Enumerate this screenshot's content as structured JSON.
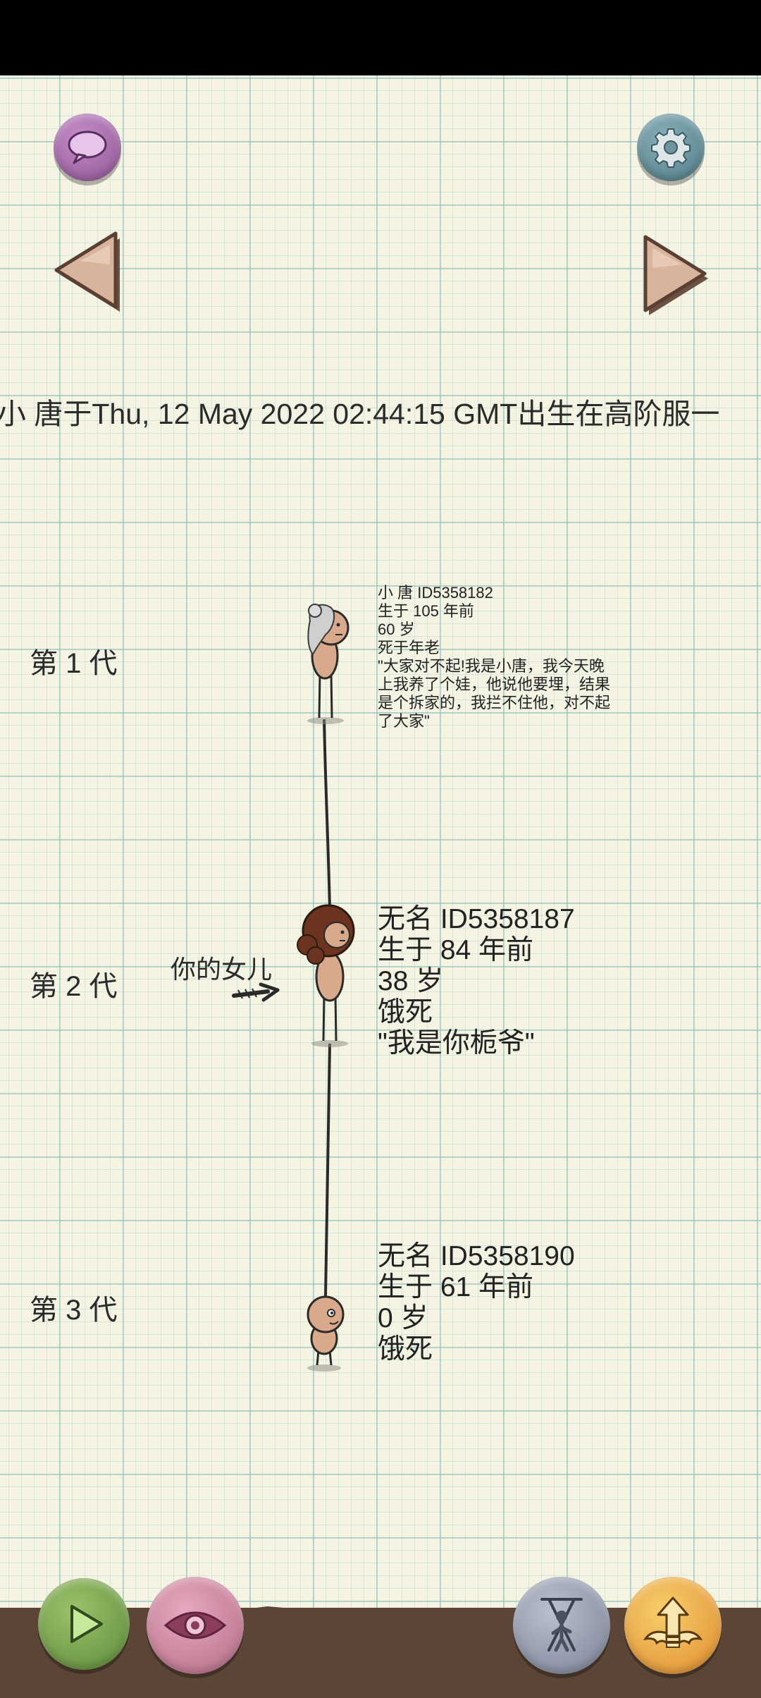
{
  "header": {
    "birth_info": "小 唐于Thu, 12 May 2022 02:44:15 GMT出生在高阶服一"
  },
  "generations": [
    {
      "label": "第 1 代",
      "name_id": "小 唐 ID5358182",
      "born": "生于 105 年前",
      "age": "60 岁",
      "death": "死于年老",
      "quote": "\"大家对不起!我是小唐，我今天晚上我养了个娃，他说他要埋，结果是个拆家的，我拦不住他，对不起了大家\""
    },
    {
      "label": "第 2 代",
      "relation": "你的女儿",
      "name_id": "无名 ID5358187",
      "born": "生于 84 年前",
      "age": "38 岁",
      "death": "饿死",
      "quote": "\"我是你栀爷\""
    },
    {
      "label": "第 3 代",
      "name_id": "无名 ID5358190",
      "born": "生于 61 年前",
      "age": "0 岁",
      "death": "饿死"
    }
  ],
  "icons": {
    "chat": "chat-bubble-icon",
    "settings": "gear-icon",
    "prev": "triangle-left-icon",
    "next": "triangle-right-icon",
    "play": "play-icon",
    "eye": "eye-icon",
    "puppet": "puppet-icon",
    "ascend": "winged-arrow-up-icon"
  },
  "colors": {
    "paper": "#f5f3e2",
    "grid": "#8cbeb9",
    "ground": "#5a4536"
  }
}
